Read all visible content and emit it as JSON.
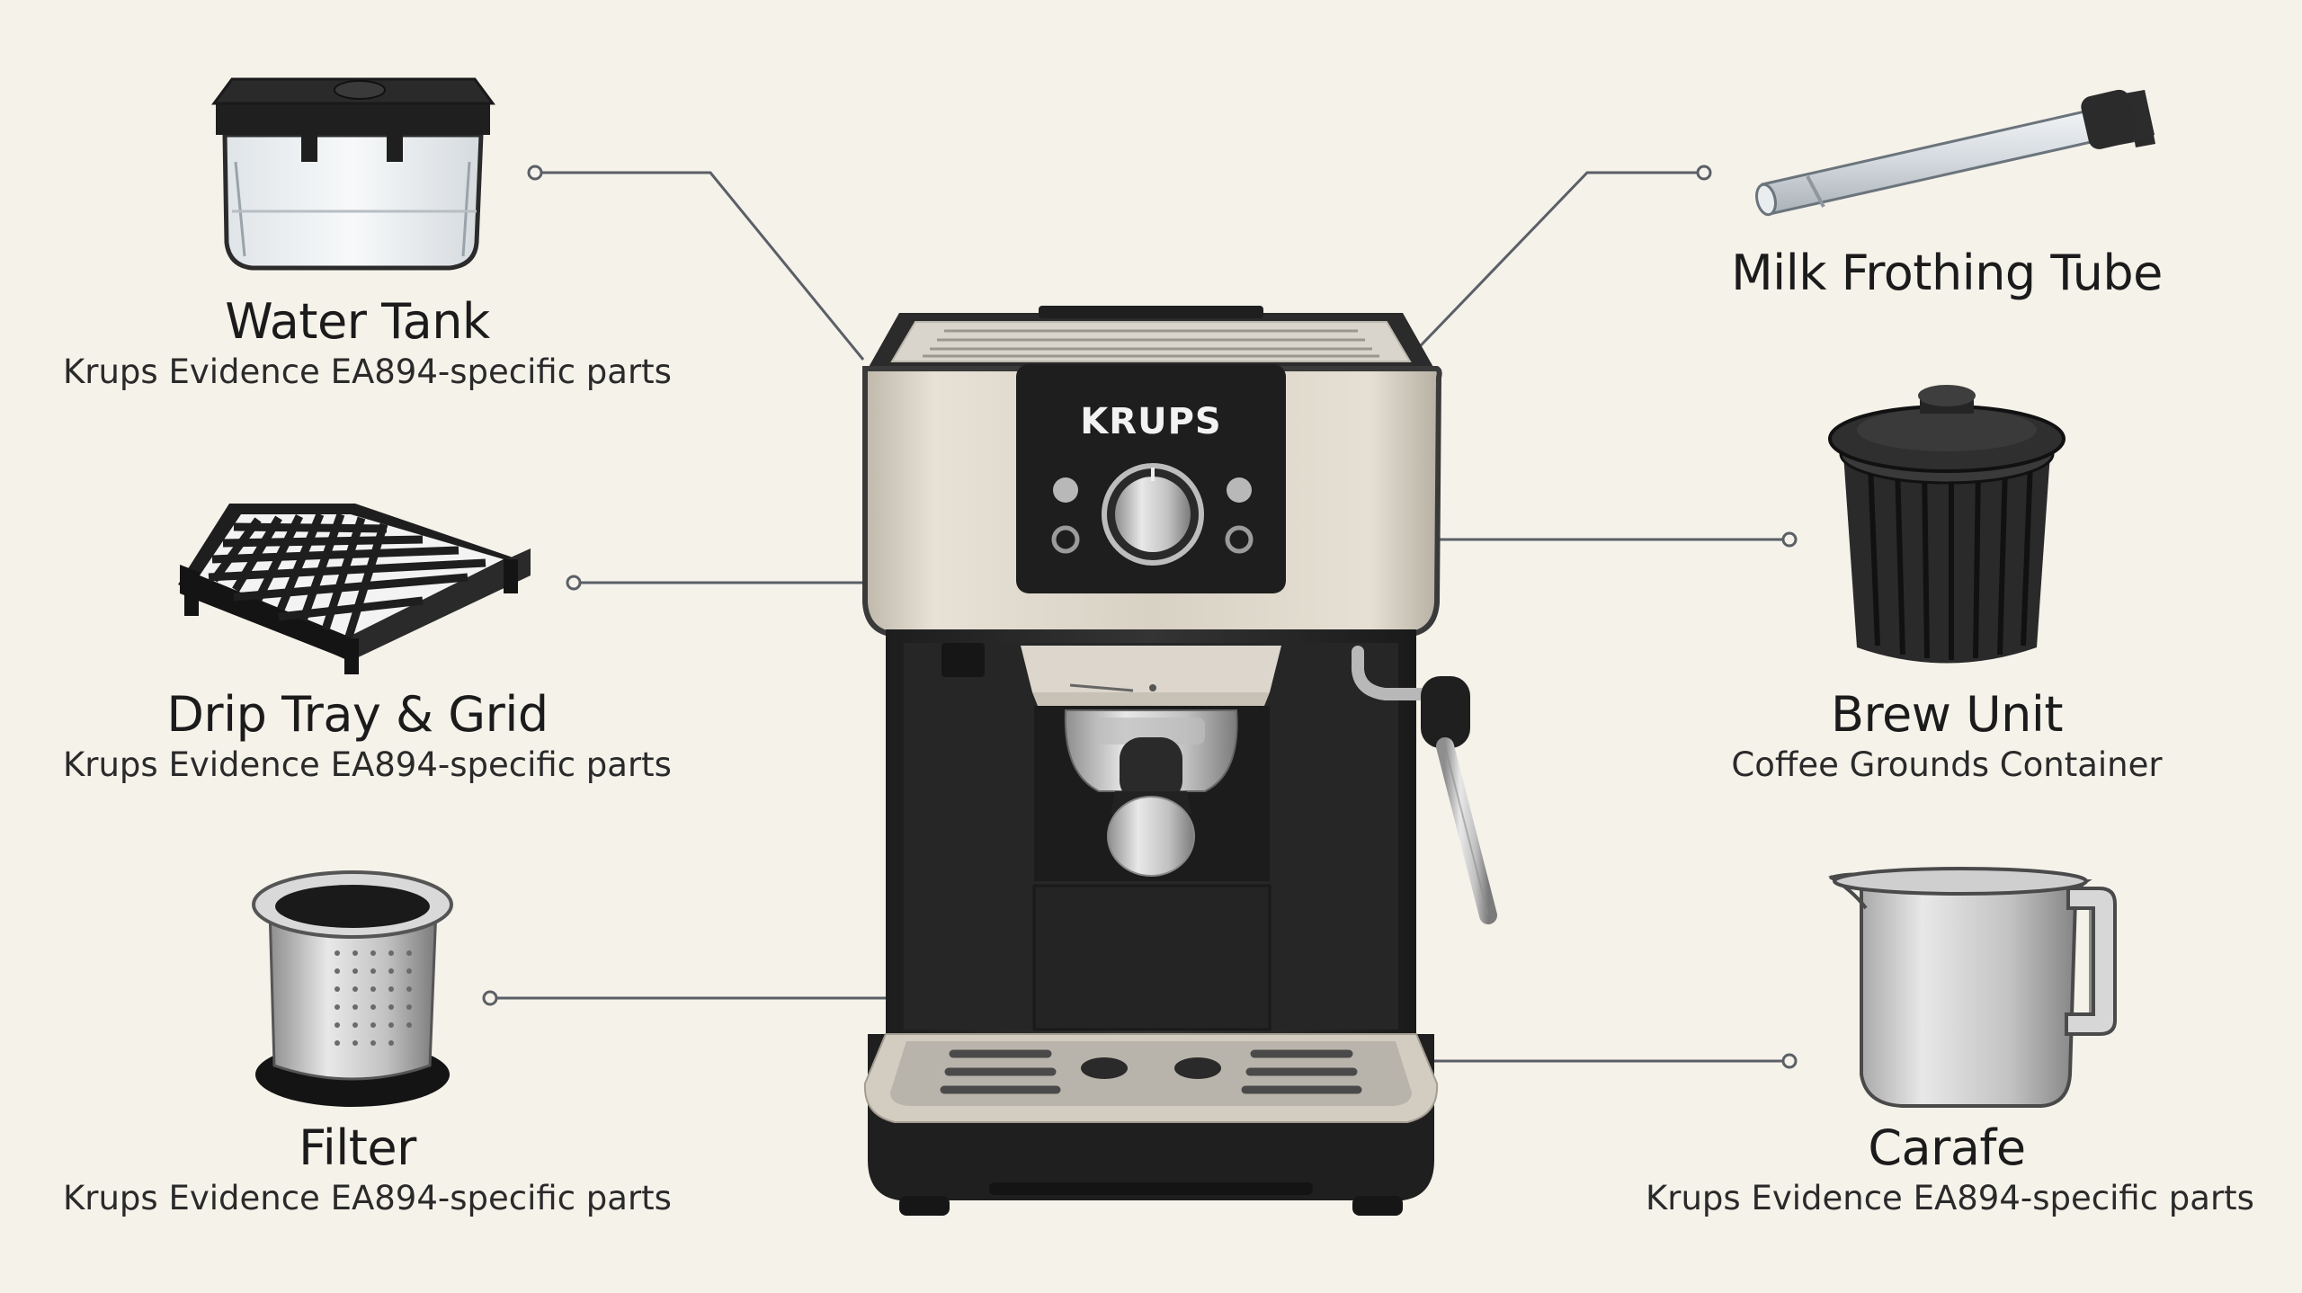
{
  "brand": "KRUPS",
  "parts": [
    {
      "id": "water-tank",
      "title": "Water Tank",
      "subtitle": "Krups Evidence EA894-specific parts"
    },
    {
      "id": "drip-tray",
      "title": "Drip Tray & Grid",
      "subtitle": "Krups Evidence EA894-specific parts"
    },
    {
      "id": "filter",
      "title": "Filter",
      "subtitle": "Krups Evidence EA894-specific parts"
    },
    {
      "id": "milk-tube",
      "title": "Milk Frothing Tube",
      "subtitle": ""
    },
    {
      "id": "brew-unit",
      "title": "Brew Unit",
      "subtitle": "Coffee Grounds Container"
    },
    {
      "id": "carafe",
      "title": "Carafe",
      "subtitle": "Krups Evidence EA894-specific parts"
    }
  ],
  "colors": {
    "background": "#f5f2ea",
    "machine_body": "#2a2a2a",
    "machine_panel": "#ddd6c9",
    "leader_line": "#5b5f66"
  }
}
